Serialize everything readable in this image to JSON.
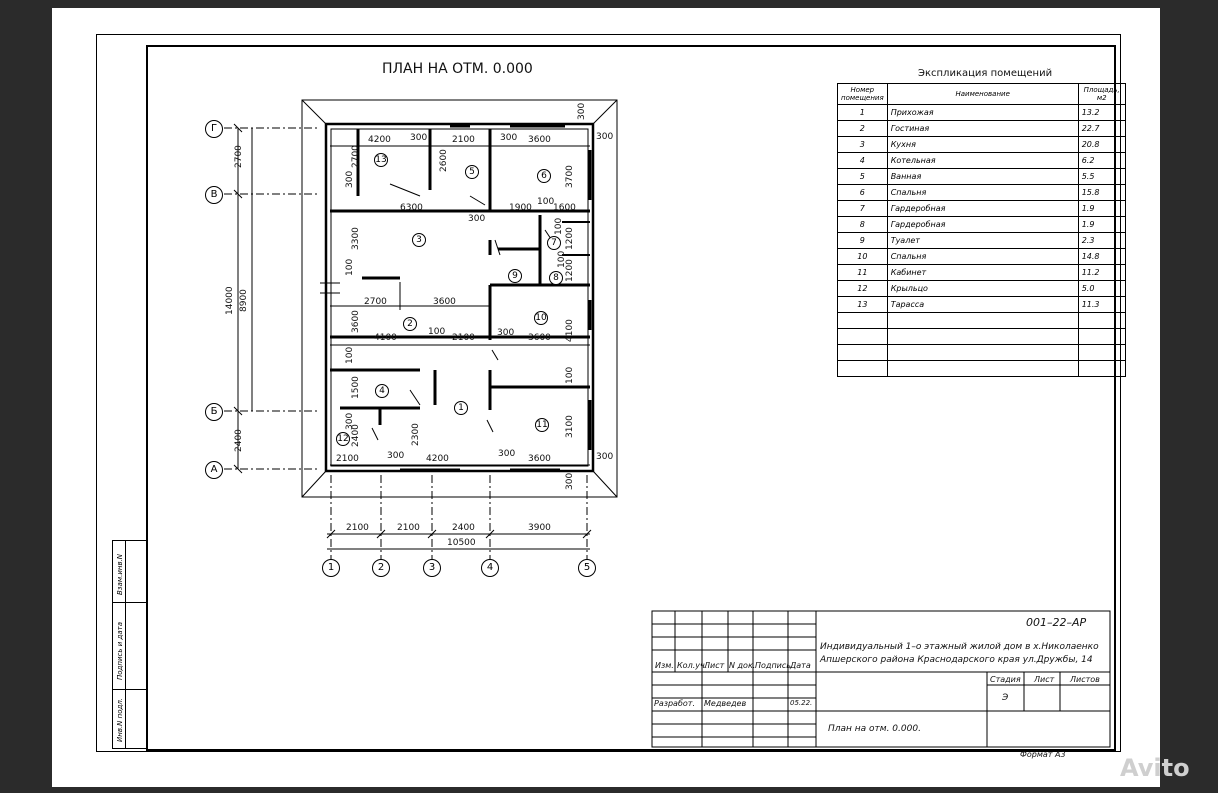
{
  "title": "ПЛАН НА ОТМ. 0.000",
  "explication": {
    "title": "Экспликация помещений",
    "headers": {
      "number": "Номер помещения",
      "name": "Наименование",
      "area": "Площадь, м2"
    },
    "rows": [
      {
        "n": "1",
        "name": "Прихожая",
        "area": "13.2"
      },
      {
        "n": "2",
        "name": "Гостиная",
        "area": "22.7"
      },
      {
        "n": "3",
        "name": "Кухня",
        "area": "20.8"
      },
      {
        "n": "4",
        "name": "Котельная",
        "area": "6.2"
      },
      {
        "n": "5",
        "name": "Ванная",
        "area": "5.5"
      },
      {
        "n": "6",
        "name": "Спальня",
        "area": "15.8"
      },
      {
        "n": "7",
        "name": "Гардеробная",
        "area": "1.9"
      },
      {
        "n": "8",
        "name": "Гардеробная",
        "area": "1.9"
      },
      {
        "n": "9",
        "name": "Туалет",
        "area": "2.3"
      },
      {
        "n": "10",
        "name": "Спальня",
        "area": "14.8"
      },
      {
        "n": "11",
        "name": "Кабинет",
        "area": "11.2"
      },
      {
        "n": "12",
        "name": "Крыльцо",
        "area": "5.0"
      },
      {
        "n": "13",
        "name": "Тарасса",
        "area": "11.3"
      }
    ]
  },
  "axes": {
    "letters": [
      "Г",
      "В",
      "Б",
      "А"
    ],
    "numbers": [
      "1",
      "2",
      "3",
      "4",
      "5"
    ],
    "left_dims": [
      "2700",
      "14000",
      "8900",
      "2400"
    ],
    "bottom_dims": [
      "2100",
      "2100",
      "2400",
      "3900"
    ],
    "bottom_total": "10500"
  },
  "dims": {
    "d4200a": "4200",
    "d300a": "300",
    "d2100a": "2100",
    "d300b": "300",
    "d3600a": "3600",
    "d300c": "300",
    "d300d": "300",
    "d2700v": "2700",
    "d2600v": "2600",
    "d300v": "300",
    "d3700v": "3700",
    "d6300": "6300",
    "d300e": "300",
    "d1900": "1900",
    "d100a": "100",
    "d1600": "1600",
    "d3300v": "3300",
    "d100v1": "100",
    "d1200v": "1200",
    "d100v2": "100",
    "d1200v2": "1200",
    "d2700b": "2700",
    "d3600b": "3600",
    "d100v3": "100",
    "d3600v": "3600",
    "d4100": "4100",
    "d100b": "100",
    "d2100b": "2100",
    "d300f": "300",
    "d3600c": "3600",
    "d4100v": "4100",
    "d100v4": "100",
    "d1500v": "1500",
    "d100v5": "100",
    "d300v2": "300",
    "d2400v": "2400",
    "d2300v": "2300",
    "d3100v": "3100",
    "d2100c": "2100",
    "d300g": "300",
    "d4200b": "4200",
    "d300h": "300",
    "d3600d": "3600",
    "d300i": "300",
    "d300j": "300"
  },
  "rooms": [
    "1",
    "2",
    "3",
    "4",
    "5",
    "6",
    "7",
    "8",
    "9",
    "10",
    "11",
    "12",
    "13"
  ],
  "title_block": {
    "code": "001–22–АР",
    "description_line1": "Индивидуальный 1–о этажный жилой дом в х.Николаенко",
    "description_line2": "Апшерского района Краснодарского края ул.Дружбы, 14",
    "col_headers": [
      "Изм.",
      "Кол.уч.",
      "Лист",
      "N док.",
      "Подпись",
      "Дата"
    ],
    "stage_headers": [
      "Стадия",
      "Лист",
      "Листов"
    ],
    "stage_value": "Э",
    "developed_label": "Разработ.",
    "developer": "Медведев",
    "date": "05.22.",
    "sheet_name": "План на отм. 0.000.",
    "format": "Формат А3"
  },
  "side_stamp": [
    "Взам.инв.N",
    "Подпись и дата",
    "Инв.N подл."
  ],
  "watermark": "Avito"
}
